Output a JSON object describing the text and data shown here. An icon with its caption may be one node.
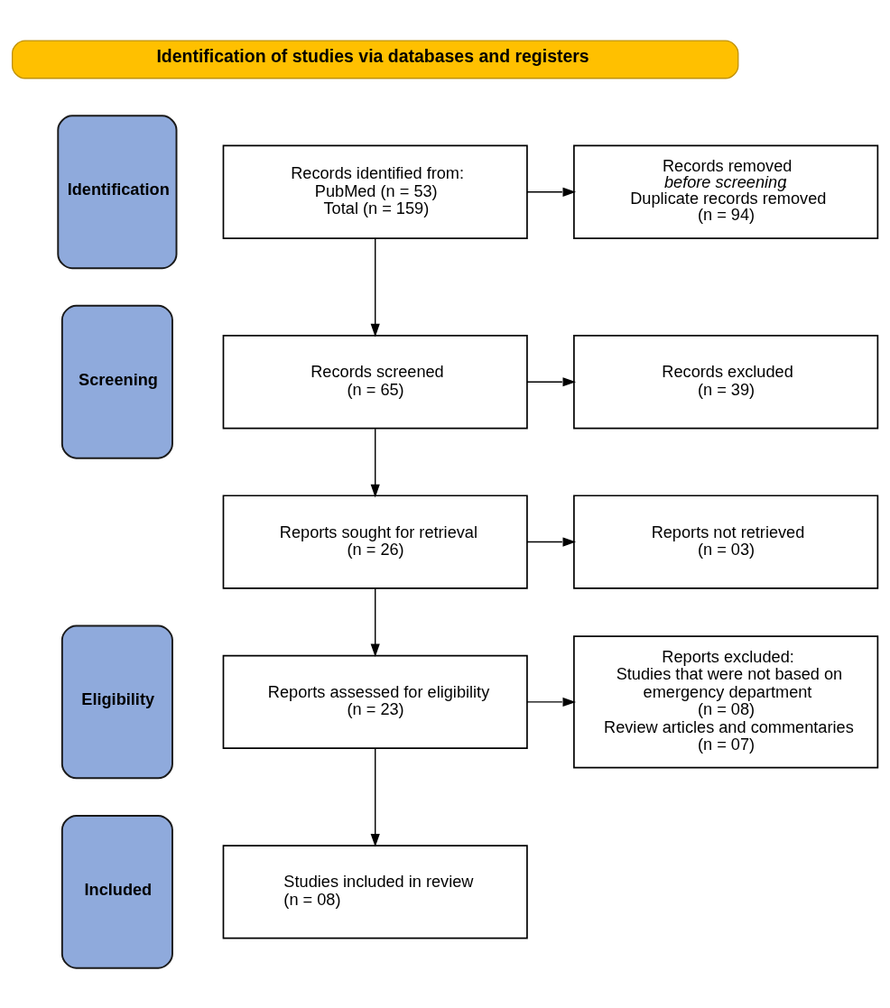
{
  "diagram": {
    "nodes": [
      {
        "text": [
          "Identification of studies via databases and registers"
        ]
      },
      {
        "text": [
          "Identification"
        ]
      },
      {
        "text": [
          "Records identified from:",
          "PubMed (n = 53)",
          "Total (n = 159)"
        ]
      },
      {
        "text": [
          "Records removed *before screening*:",
          "Duplicate records removed",
          "(n = 94)"
        ]
      },
      {
        "text": [
          "Screening"
        ]
      },
      {
        "text": [
          "Records screened",
          "(n = 65)"
        ]
      },
      {
        "text": [
          "Records excluded",
          "(n = 39)"
        ]
      },
      {
        "text": [
          "Reports sought for retrieval",
          "(n = 26)"
        ]
      },
      {
        "text": [
          "Reports not retrieved",
          "(n = 03)"
        ]
      },
      {
        "text": [
          "Eligibility"
        ]
      },
      {
        "text": [
          "Reports assessed for eligibility",
          "(n = 23)"
        ]
      },
      {
        "text": [
          "Reports excluded:",
          "Studies that were not based on emergency department",
          "(n = 08)",
          "Review articles and commentaries",
          "(n = 07)"
        ]
      },
      {
        "text": [
          "Included"
        ]
      },
      {
        "text": [
          "Studies included in review",
          "(n = 08)"
        ]
      }
    ],
    "edges": [
      {
        "from": 2,
        "to": 3,
        "arrow": "to"
      },
      {
        "from": 2,
        "to": 5,
        "arrow": "to"
      },
      {
        "from": 5,
        "to": 6,
        "arrow": "to"
      },
      {
        "from": 5,
        "to": 7,
        "arrow": "to"
      },
      {
        "from": 7,
        "to": 8,
        "arrow": "to"
      },
      {
        "from": 7,
        "to": 10,
        "arrow": "to"
      },
      {
        "from": 10,
        "to": 11,
        "arrow": "to"
      },
      {
        "from": 10,
        "to": 13,
        "arrow": "to"
      }
    ]
  }
}
